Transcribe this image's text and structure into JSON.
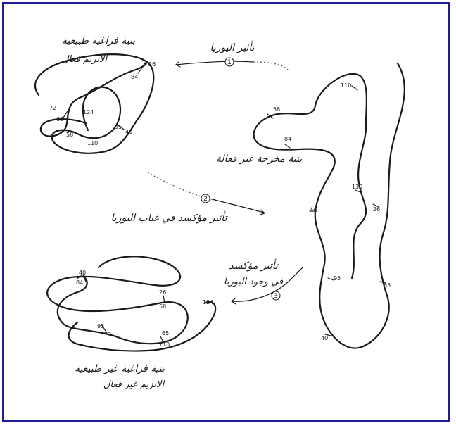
{
  "labels": {
    "native_structure": "بنية فراغية طبيعية",
    "native_active": "الانزيم فعال",
    "reduction_urea": "تأثير اليوريا",
    "denatured_structure": "بنية مخرجة غير فعالة",
    "oxidation_no_urea": "تأثير مؤكسد في غياب اليوريا",
    "oxidation_with_urea_line1": "تأثير مؤكسد",
    "oxidation_with_urea_line2": "في وجود اليوريا",
    "scrambled_structure": "بنية فراغية غير طبيعية",
    "scrambled_inactive": "الانزيم غير فعال"
  },
  "steps": [
    "1",
    "2",
    "3"
  ],
  "residue_numbers": {
    "native": [
      "26",
      "84",
      "72",
      "65",
      "124",
      "58",
      "110",
      "95",
      "40"
    ],
    "denatured": [
      "110",
      "58",
      "84",
      "130",
      "26",
      "72",
      "95",
      "65",
      "40"
    ],
    "scrambled": [
      "40",
      "84",
      "26",
      "58",
      "95",
      "72",
      "65",
      "110",
      "124"
    ]
  }
}
